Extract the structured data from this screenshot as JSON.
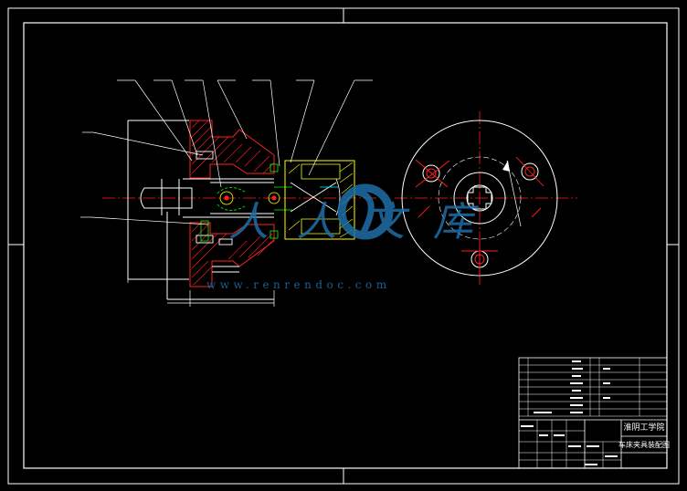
{
  "drawing": {
    "background": "#000000",
    "line_color": "#ffffff",
    "accent_colors": {
      "center_line": "#ff2020",
      "hatch": "#ff2020",
      "outline_yellow": "#ffff00",
      "green": "#00ff00",
      "cyan": "#00ffff",
      "magenta": "#ff00ff",
      "watermark": "#1e6fa8"
    }
  },
  "title_block": {
    "school": "淮阴工学院",
    "drawing_title": "车床夹具装配图",
    "cells": [
      "",
      "",
      "",
      "",
      "",
      "",
      "",
      ""
    ]
  },
  "watermark": {
    "brand": "人人文库",
    "url": "www.renrendoc.com"
  },
  "icons": {
    "logo": "renrendoc-logo-icon"
  }
}
